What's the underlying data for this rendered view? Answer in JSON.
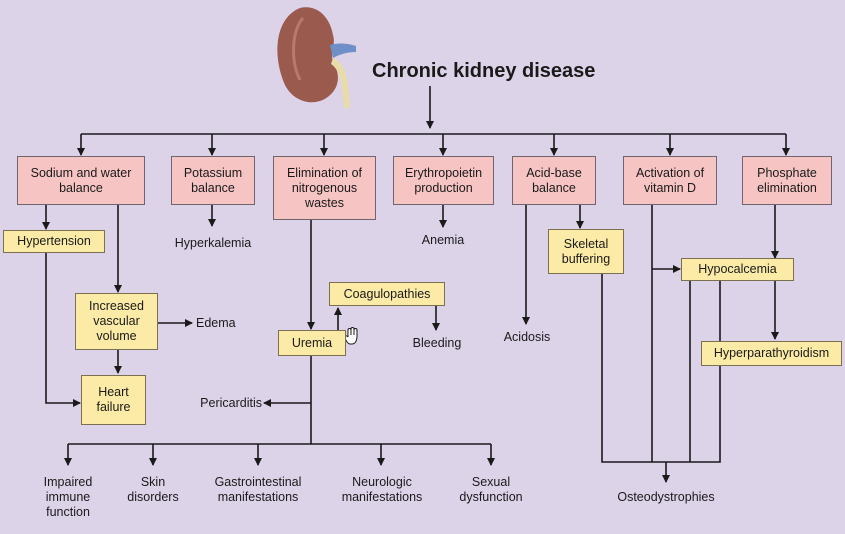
{
  "title": "Chronic kidney disease",
  "categories": [
    {
      "id": "sodium",
      "label": "Sodium and water balance"
    },
    {
      "id": "potassium",
      "label": "Potassium balance"
    },
    {
      "id": "nitrogen",
      "label": "Elimination of nitrogenous wastes"
    },
    {
      "id": "epo",
      "label": "Erythropoietin production"
    },
    {
      "id": "acidbase",
      "label": "Acid-base balance"
    },
    {
      "id": "vitd",
      "label": "Activation of vitamin D"
    },
    {
      "id": "phosphate",
      "label": "Phosphate elimination"
    }
  ],
  "nodes": {
    "hypertension": "Hypertension",
    "increased_volume": "Increased vascular volume",
    "heart_failure": "Heart failure",
    "coagulopathies": "Coagulopathies",
    "uremia": "Uremia",
    "skeletal_buffering": "Skeletal buffering",
    "hypocalcemia": "Hypocalcemia",
    "hyperparathyroidism": "Hyperparathyroidism"
  },
  "outcomes": {
    "hyperkalemia": "Hyperkalemia",
    "edema": "Edema",
    "anemia": "Anemia",
    "bleeding": "Bleeding",
    "acidosis": "Acidosis",
    "pericarditis": "Pericarditis",
    "osteodystrophies": "Osteodystrophies"
  },
  "manifestations": [
    "Impaired immune function",
    "Skin disorders",
    "Gastrointestinal manifestations",
    "Neurologic manifestations",
    "Sexual dysfunction"
  ]
}
